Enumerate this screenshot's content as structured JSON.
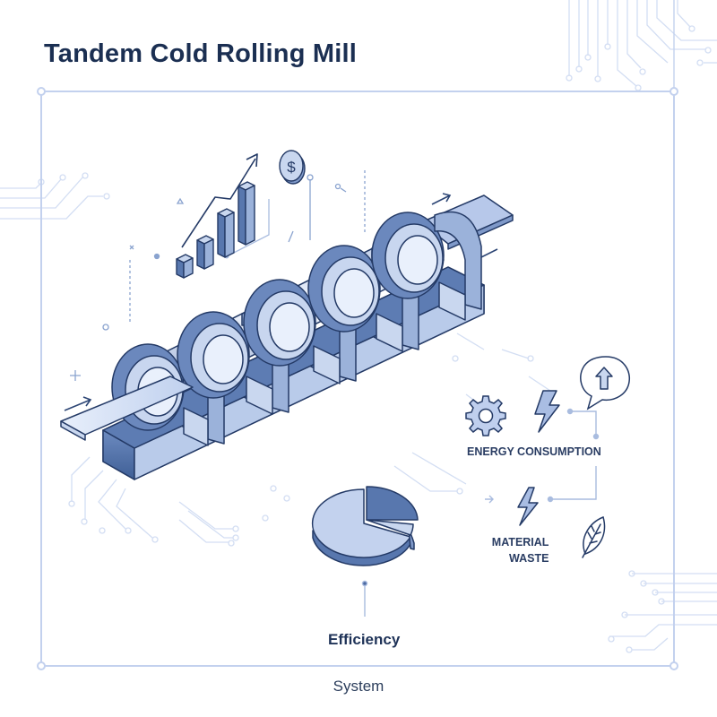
{
  "header": {
    "title": "Tandem Cold Rolling Mill"
  },
  "footer": {
    "caption": "System"
  },
  "labels": {
    "energy": "ENERGY CONSUMPTION",
    "waste_line1": "MATERIAL",
    "waste_line2": "WASTE",
    "efficiency": "Efficiency"
  },
  "illustration": {
    "main": "isometric tandem rolling mill with 4 roll stands and steel strip",
    "stand_count": 4,
    "icons": [
      "growth-bar-chart-icon",
      "dollar-coin-icon",
      "gear-icon",
      "lightning-bolt-icon",
      "up-arrow-speech-bubble-icon",
      "leaf-icon",
      "pie-chart-icon"
    ]
  },
  "colors": {
    "title": "#1b2f52",
    "primary_dark": "#3f5f96",
    "primary_mid": "#8aa3cf",
    "primary_light": "#c9d7ef",
    "outline": "#243a66",
    "circuit": "#c8d6f0",
    "frame": "#c3d1ee"
  }
}
